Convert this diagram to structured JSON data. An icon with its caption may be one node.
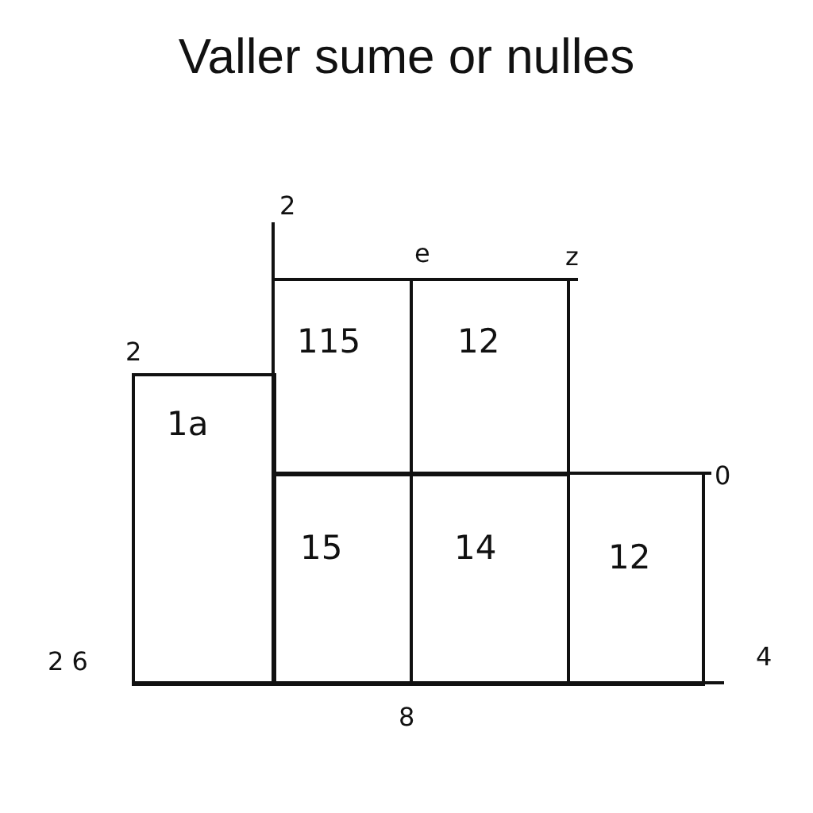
{
  "diagram": {
    "title": "Valler sume or nulles",
    "nodes": [
      {
        "text": [
          "1a"
        ]
      },
      {
        "text": [
          "115"
        ]
      },
      {
        "text": [
          "12"
        ]
      },
      {
        "text": [
          "15"
        ]
      },
      {
        "text": [
          "14"
        ]
      },
      {
        "text": [
          "12"
        ]
      }
    ],
    "labels": [
      "2",
      "e",
      "z",
      "2",
      "0",
      "2 6",
      "4",
      "8"
    ]
  }
}
